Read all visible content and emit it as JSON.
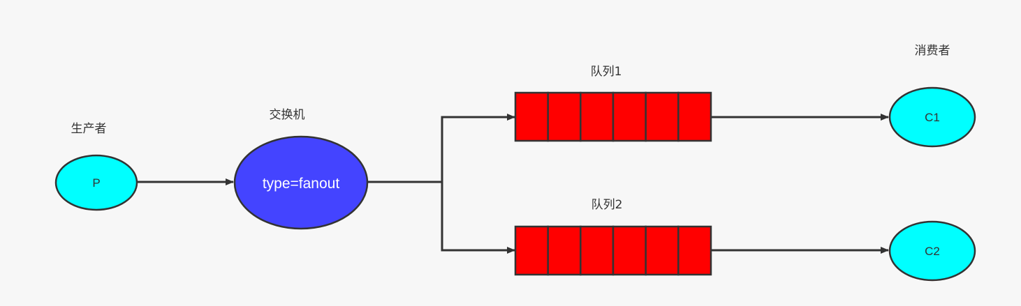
{
  "producer": {
    "section_label": "生产者",
    "node_label": "P",
    "fill": "#00ffff"
  },
  "exchange": {
    "section_label": "交换机",
    "node_label": "type=fanout",
    "fill": "#4444ff"
  },
  "queues": [
    {
      "label": "队列1",
      "cells": 6,
      "fill": "#ff0000"
    },
    {
      "label": "队列2",
      "cells": 6,
      "fill": "#ff0000"
    }
  ],
  "consumers": {
    "section_label": "消费者",
    "items": [
      {
        "node_label": "C1",
        "fill": "#00ffff"
      },
      {
        "node_label": "C2",
        "fill": "#00ffff"
      }
    ]
  },
  "colors": {
    "edge": "#333333",
    "background": "#f7f7f7"
  }
}
